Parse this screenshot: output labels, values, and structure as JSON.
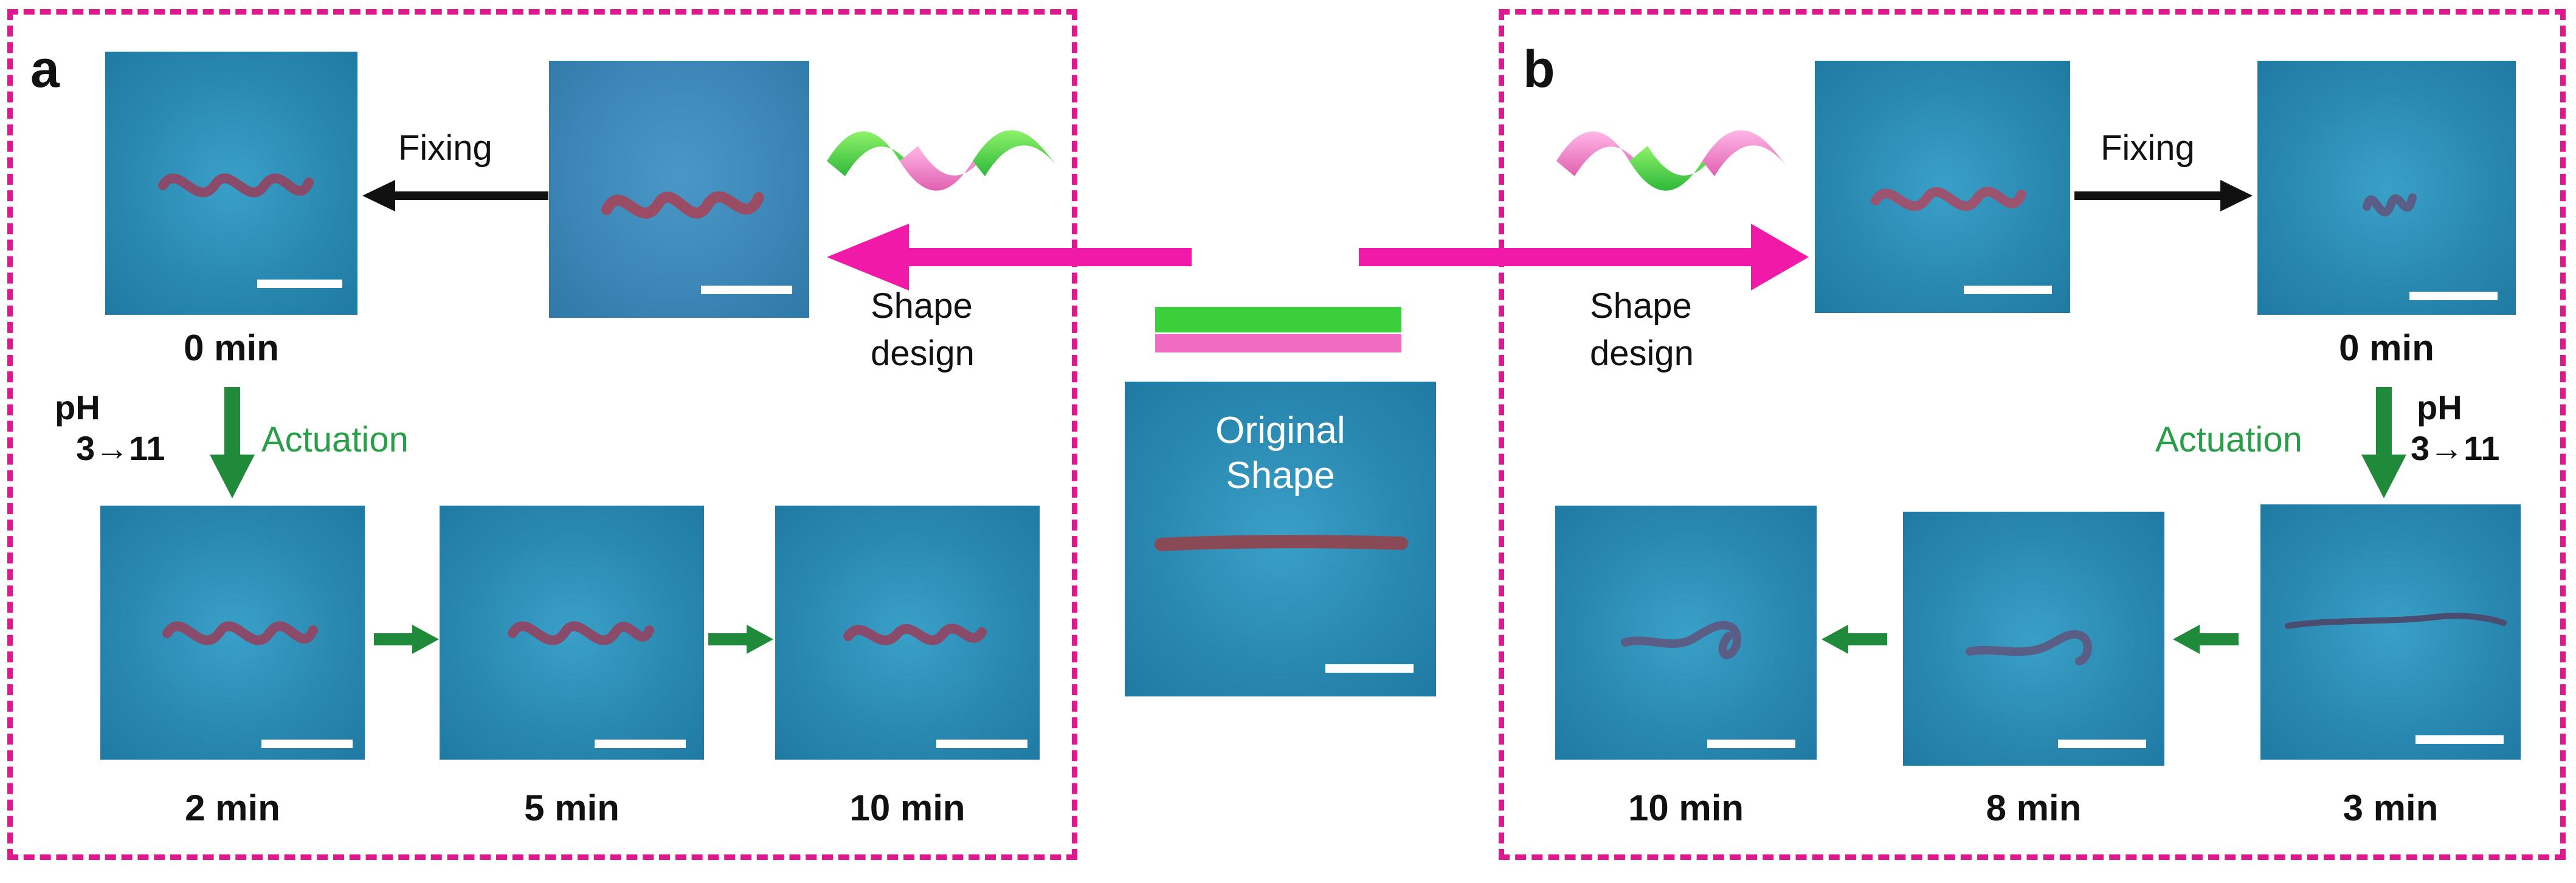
{
  "panels": {
    "a": {
      "letter": "a",
      "fixing": "Fixing",
      "shape_design": [
        "Shape",
        "design"
      ],
      "ph": [
        "pH",
        "3→11"
      ],
      "actuation": "Actuation",
      "times": [
        "0 min",
        "2 min",
        "5 min",
        "10 min"
      ]
    },
    "b": {
      "letter": "b",
      "fixing": "Fixing",
      "shape_design": [
        "Shape",
        "design"
      ],
      "ph": [
        "pH",
        "3→11"
      ],
      "actuation": "Actuation",
      "times": [
        "0 min",
        "3 min",
        "8 min",
        "10 min"
      ]
    }
  },
  "center": {
    "original": [
      "Original",
      "Shape"
    ]
  },
  "colors": {
    "dashed_border": "#e0188f",
    "big_arrow": "#f019a8",
    "step_arrow": "#1f8a3a",
    "actuation_text": "#2a9d49",
    "strip_green": "#3ccf3c",
    "strip_pink": "#f26bc2",
    "photo_blue": "#2a89b1"
  }
}
